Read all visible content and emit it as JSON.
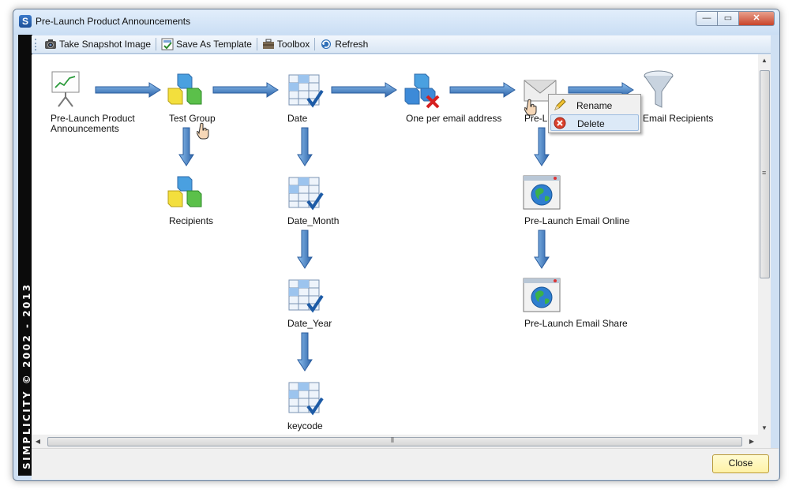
{
  "window": {
    "title": "Pre-Launch Product Announcements",
    "icon_letter": "S",
    "buttons": {
      "minimize": "—",
      "maximize": "▭",
      "close": "✕"
    }
  },
  "sidebar": {
    "brand": "SIMPLICITY © 2002 - 2013"
  },
  "toolbar": {
    "items": [
      {
        "label": "Take Snapshot Image",
        "icon": "camera-icon"
      },
      {
        "label": "Save As Template",
        "icon": "template-icon"
      },
      {
        "label": "Toolbox",
        "icon": "toolbox-icon"
      },
      {
        "label": "Refresh",
        "icon": "refresh-icon"
      }
    ]
  },
  "workflow": {
    "nodes": [
      {
        "id": "start",
        "label_line1": "Pre-Launch Product",
        "label_line2": "Announcements",
        "icon": "presentation-board-icon"
      },
      {
        "id": "test-group",
        "label": "Test Group",
        "icon": "cubes-icon"
      },
      {
        "id": "recipients",
        "label": "Recipients",
        "icon": "cubes-icon"
      },
      {
        "id": "date",
        "label": "Date",
        "icon": "table-check-icon"
      },
      {
        "id": "date-month",
        "label": "Date_Month",
        "icon": "table-check-icon"
      },
      {
        "id": "date-year",
        "label": "Date_Year",
        "icon": "table-check-icon"
      },
      {
        "id": "keycode",
        "label": "keycode",
        "icon": "table-check-icon"
      },
      {
        "id": "one-per-email",
        "label": "One per email address",
        "icon": "cubes-remove-icon"
      },
      {
        "id": "pre-launch-email",
        "label": "Pre-La",
        "icon": "envelope-icon"
      },
      {
        "id": "email-recipients",
        "label": "Email Recipients",
        "icon": "funnel-icon"
      },
      {
        "id": "email-online",
        "label": "Pre-Launch Email Online",
        "icon": "globe-window-icon"
      },
      {
        "id": "email-share",
        "label": "Pre-Launch Email Share",
        "icon": "globe-window-icon"
      }
    ]
  },
  "context_menu": {
    "items": [
      {
        "label": "Rename",
        "icon": "pencil-icon"
      },
      {
        "label": "Delete",
        "icon": "delete-icon"
      }
    ]
  },
  "footer": {
    "close_label": "Close"
  },
  "colors": {
    "arrow": "#3a78c0",
    "accent_title": "#cadef4",
    "close_button": "#fff2a6"
  }
}
